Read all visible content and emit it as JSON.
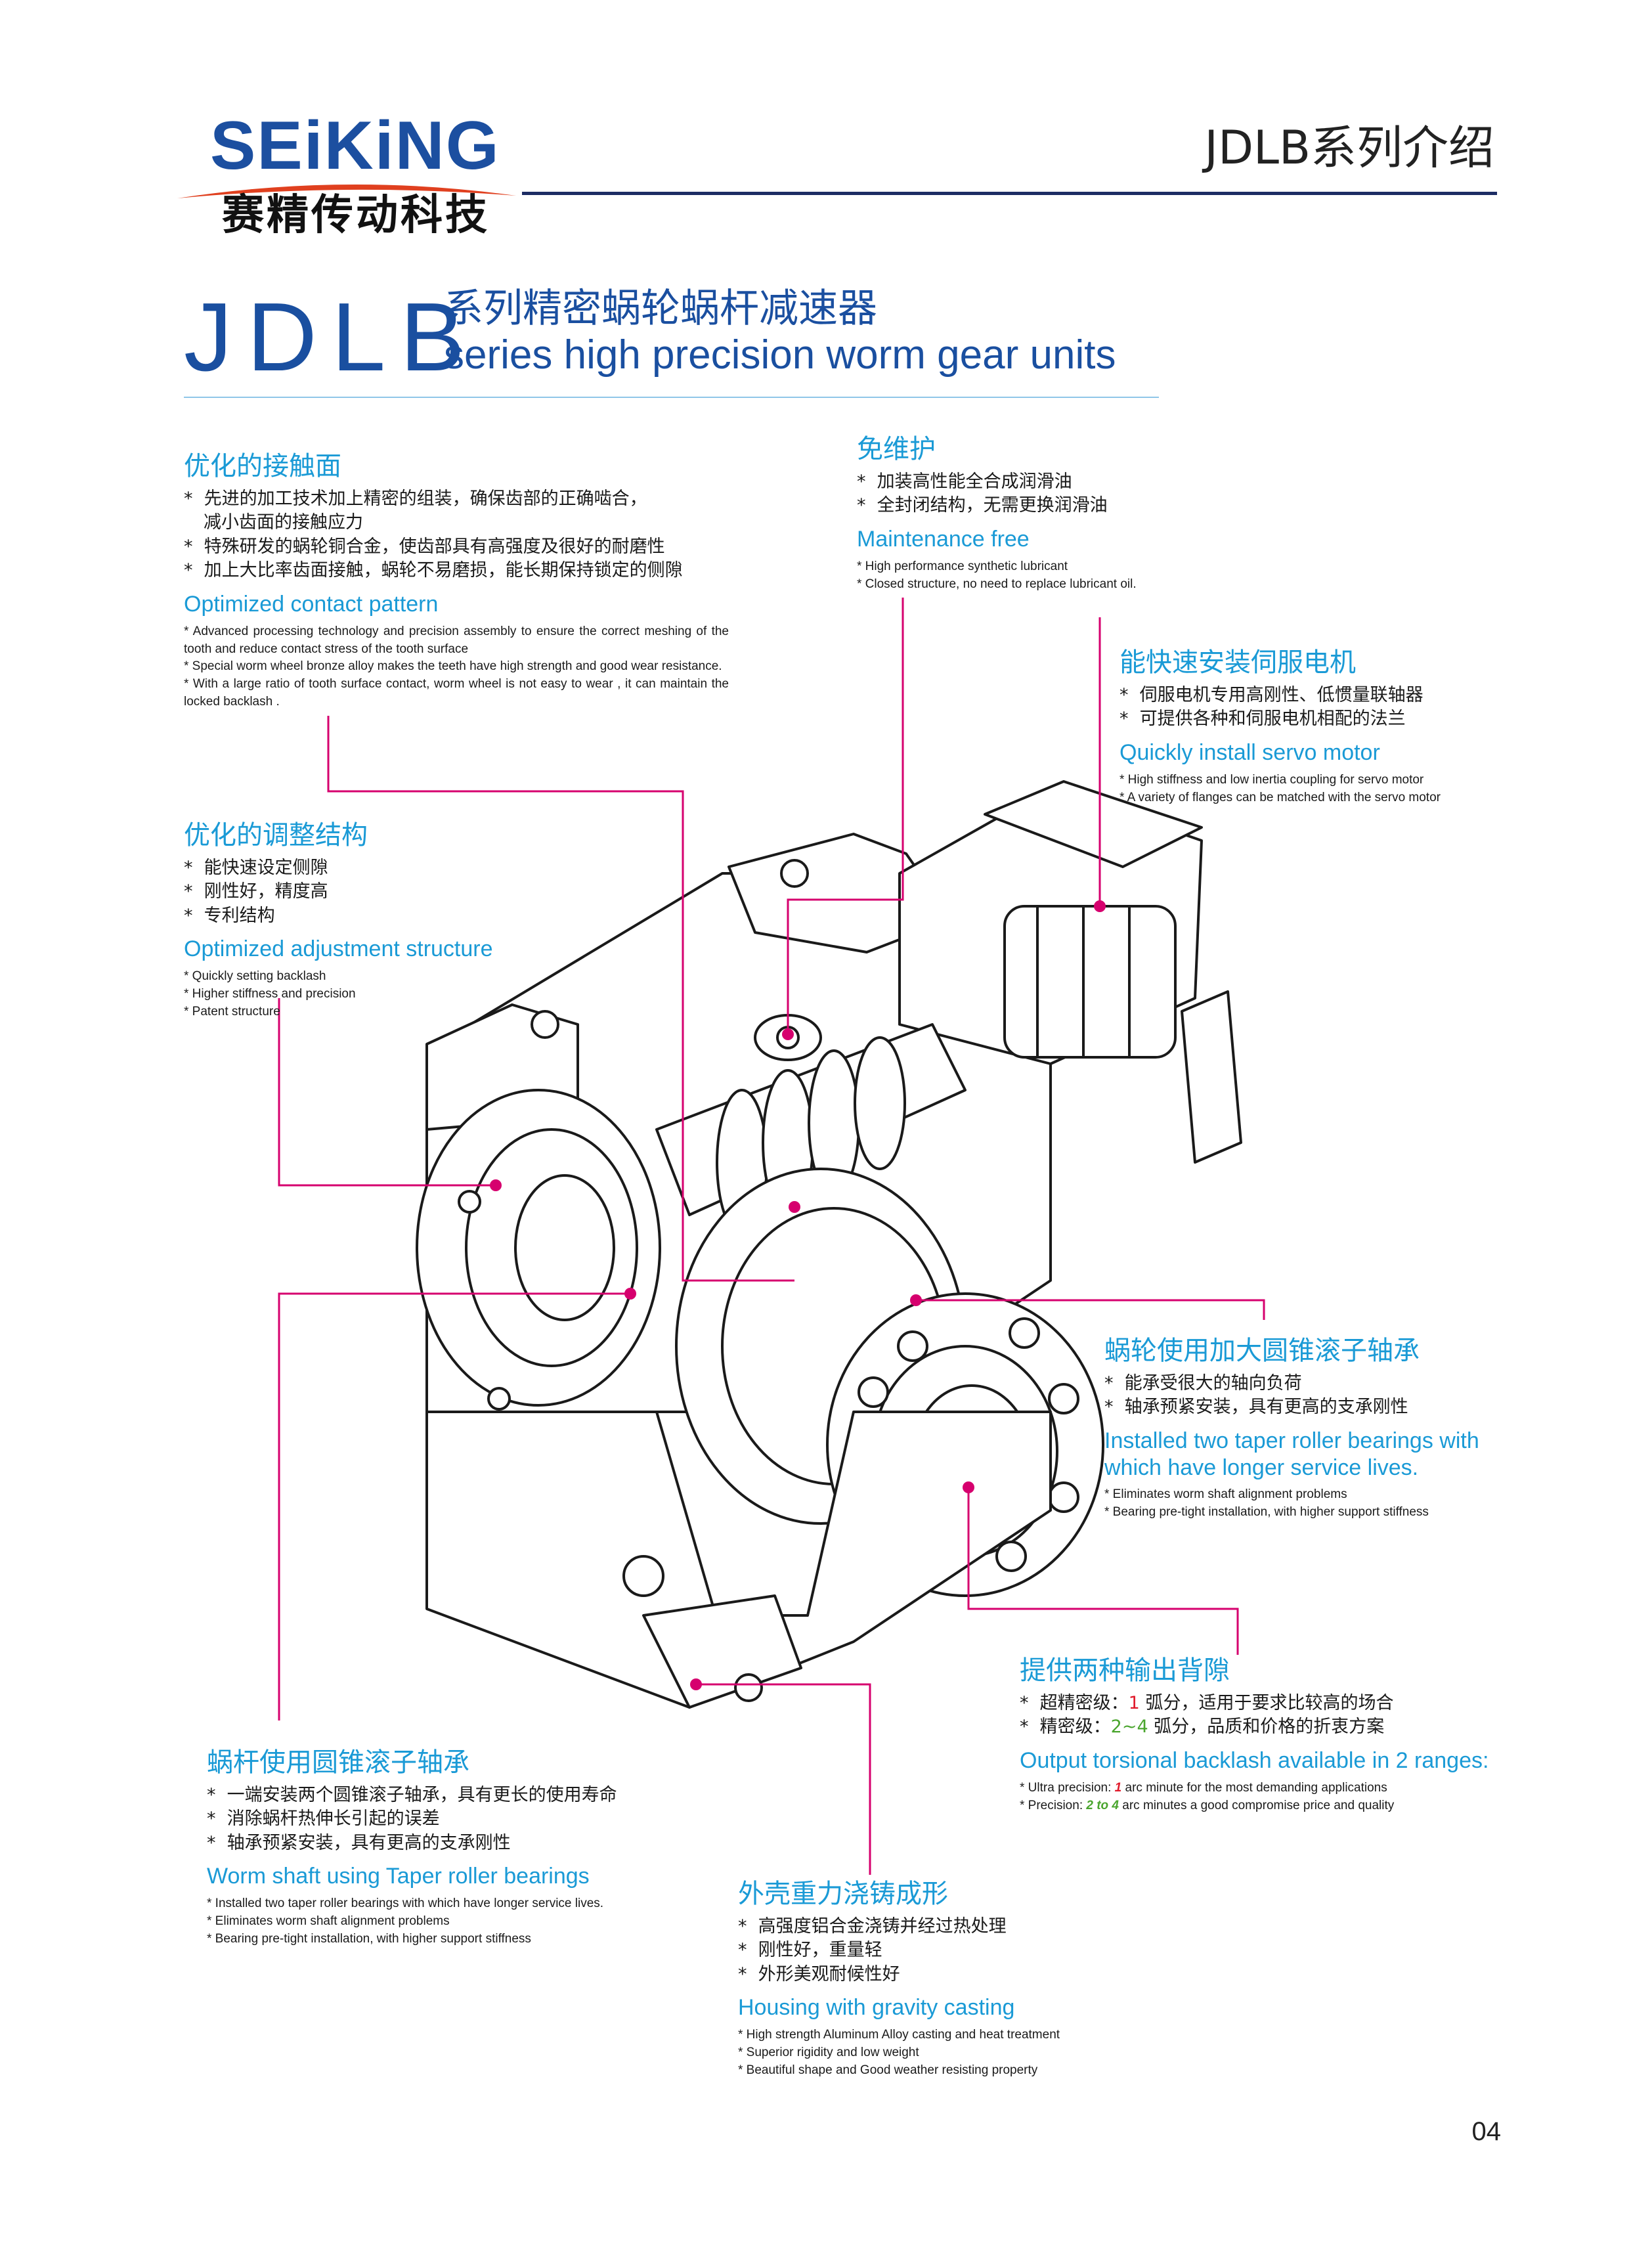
{
  "header": {
    "brand": "SEiKiNG",
    "brand_cn": "赛精传动科技",
    "section_title": "JDLB系列介绍"
  },
  "title": {
    "model": "JDLB",
    "cn": "系列精密蜗轮蜗杆减速器",
    "en": "series high precision worm gear units"
  },
  "features": {
    "contact": {
      "h_cn": "优化的接触面",
      "cn": [
        "先进的加工技术加上精密的组装，确保齿部的正确啮合，",
        "减小齿面的接触应力",
        "特殊研发的蜗轮铜合金，使齿部具有高强度及很好的耐磨性",
        "加上大比率齿面接触，蜗轮不易磨损，能长期保持锁定的侧隙"
      ],
      "h_en": "Optimized contact pattern",
      "en": [
        "* Advanced processing technology and precision assembly to ensure the correct meshing of the tooth and reduce  contact stress of the tooth surface",
        "* Special worm wheel bronze alloy makes the teeth have high strength and good wear resistance.",
        "* With a large ratio of tooth surface contact, worm wheel is not easy to wear , it can maintain the locked backlash ."
      ]
    },
    "adjust": {
      "h_cn": "优化的调整结构",
      "cn": [
        "能快速设定侧隙",
        "刚性好，精度高",
        "专利结构"
      ],
      "h_en": "Optimized adjustment structure",
      "en": [
        "* Quickly setting backlash",
        "* Higher stiffness and precision",
        "* Patent structure"
      ]
    },
    "maintenance": {
      "h_cn": "免维护",
      "cn": [
        "加装高性能全合成润滑油",
        "全封闭结构，无需更换润滑油"
      ],
      "h_en": "Maintenance free",
      "en": [
        "* High performance synthetic lubricant",
        "* Closed structure, no need to replace lubricant oil."
      ]
    },
    "servo": {
      "h_cn": "能快速安装伺服电机",
      "cn": [
        "伺服电机专用高刚性、低惯量联轴器",
        "可提供各种和伺服电机相配的法兰"
      ],
      "h_en": "Quickly install servo motor",
      "en": [
        "* High stiffness and low inertia coupling for servo motor",
        "* A variety of flanges can be matched with the servo motor"
      ]
    },
    "taper": {
      "h_cn": "蜗轮使用加大圆锥滚子轴承",
      "cn": [
        "能承受很大的轴向负荷",
        "轴承预紧安装，具有更高的支承刚性"
      ],
      "h_en": "Installed two taper roller bearings with which have longer service lives.",
      "en": [
        "* Eliminates worm shaft alignment problems",
        "* Bearing pre-tight installation, with higher support stiffness"
      ]
    },
    "backlash": {
      "h_cn": "提供两种输出背隙",
      "cn1_a": "超精密级：",
      "cn1_num": "1",
      "cn1_b": " 弧分，适用于要求比较高的场合",
      "cn2_a": "精密级：",
      "cn2_num": "2~4",
      "cn2_b": " 弧分，品质和价格的折衷方案",
      "h_en": "Output torsional backlash available in 2 ranges:",
      "en1_a": "* Ultra precision: ",
      "en1_num": "1",
      "en1_b": " arc minute for the most demanding applications",
      "en2_a": "* Precision: ",
      "en2_num": "2 to 4",
      "en2_b": " arc minutes a good compromise price and quality"
    },
    "worm_shaft": {
      "h_cn": "蜗杆使用圆锥滚子轴承",
      "cn": [
        "一端安装两个圆锥滚子轴承，具有更长的使用寿命",
        "消除蜗杆热伸长引起的误差",
        "轴承预紧安装，具有更高的支承刚性"
      ],
      "h_en": "Worm shaft using Taper roller bearings",
      "en": [
        "* Installed two taper roller bearings with which have longer service lives.",
        "* Eliminates worm shaft alignment problems",
        "* Bearing pre-tight installation, with higher support stiffness"
      ]
    },
    "housing": {
      "h_cn": "外壳重力浇铸成形",
      "cn": [
        "高强度铝合金浇铸并经过热处理",
        "刚性好，重量轻",
        "外形美观耐候性好"
      ],
      "h_en": "Housing with gravity casting",
      "en": [
        "* High strength Aluminum Alloy casting and heat treatment",
        "* Superior rigidity and low weight",
        "* Beautiful shape and Good weather resisting property"
      ]
    }
  },
  "page_number": "04",
  "colors": {
    "accent": "#1a9ad6",
    "brand": "#1c4fa0",
    "leader": "#d6006e",
    "logo_swoosh": "#e0401f"
  }
}
